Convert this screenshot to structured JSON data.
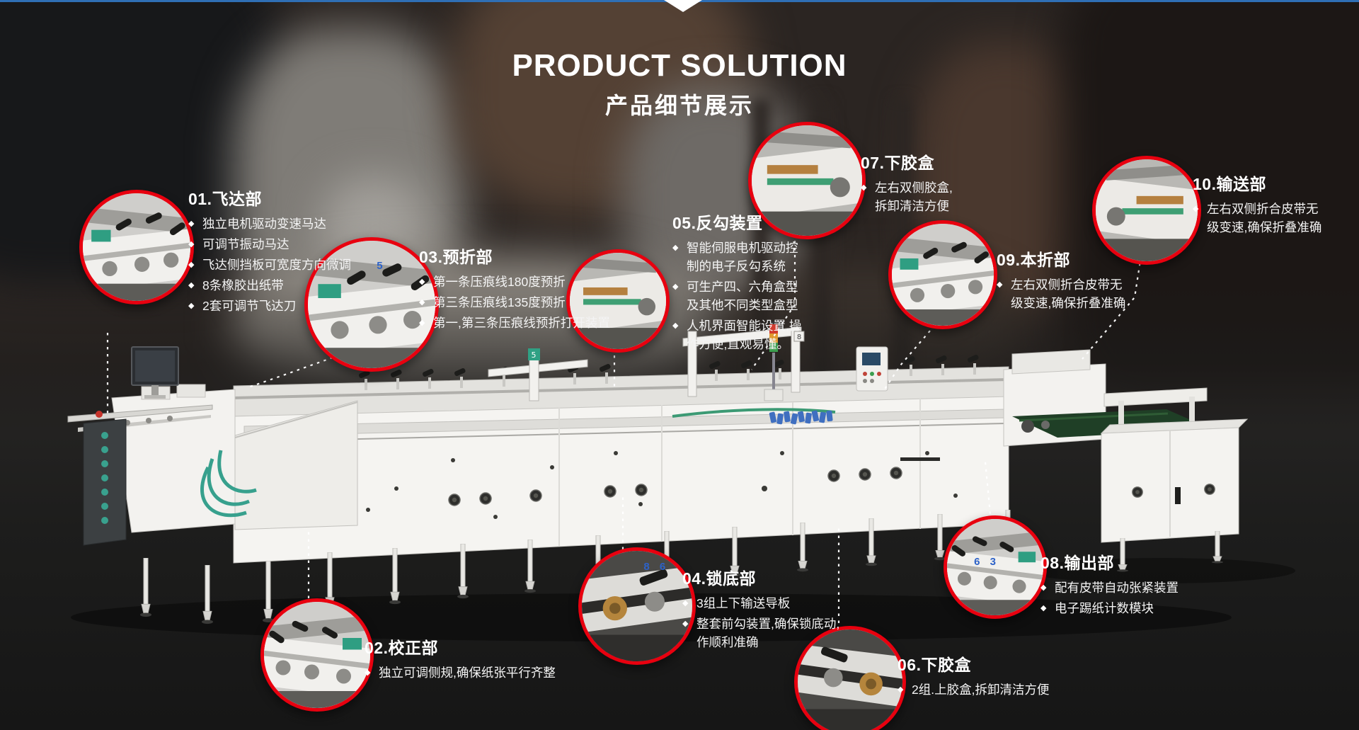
{
  "header": {
    "title": "PRODUCT SOLUTION",
    "subtitle": "产品细节展示"
  },
  "colors": {
    "accent_red": "#e8000f",
    "top_bar_blue": "#2f6fb5"
  },
  "machine": {
    "post_labels": [
      "5",
      "8"
    ]
  },
  "callouts": [
    {
      "title": "01.飞达部",
      "bullets": [
        "独立电机驱动变速马达",
        "可调节振动马达",
        "飞达侧挡板可宽度方向微调",
        "8条橡胶出纸带",
        "2套可调节飞达刀"
      ]
    },
    {
      "title": "02.校正部",
      "bullets": [
        "独立可调侧规,确保纸张平行齐整"
      ]
    },
    {
      "title": "03.预折部",
      "bullets": [
        "第一条压痕线180度预折",
        "第三条压痕线135度预折",
        "第一,第三条压痕线预折打开装置"
      ],
      "photo_digits": "5"
    },
    {
      "title": "04.锁底部",
      "bullets": [
        "3组上下输送导板",
        "整套前勾装置,确保锁底动,作顺利准确"
      ],
      "photo_digits": "8 6"
    },
    {
      "title": "05.反勾装置",
      "bullets": [
        "智能伺服电机驱动控制的电子反勾系统",
        "可生产四、六角盒型及其他不同类型盒型",
        "人机界面智能设置,操作方便,直观易懂。"
      ]
    },
    {
      "title": "06.下胶盒",
      "bullets": [
        "2组.上胶盒,拆卸清洁方便"
      ]
    },
    {
      "title": "07.下胶盒",
      "bullets": [
        "左右双侧胶盒,拆卸清洁方便"
      ]
    },
    {
      "title": "08.输出部",
      "bullets": [
        "配有皮带自动张紧装置",
        "电子踢纸计数模块"
      ],
      "photo_digits": "6 3"
    },
    {
      "title": "09.本折部",
      "bullets": [
        "左右双侧折合皮带无级变速,确保折叠准确"
      ]
    },
    {
      "title": "10.输送部",
      "bullets": [
        "左右双侧折合皮带无级变速,确保折叠准确"
      ]
    }
  ]
}
